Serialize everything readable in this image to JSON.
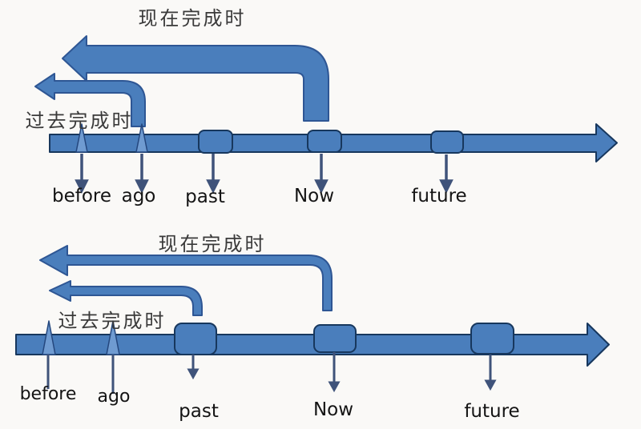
{
  "top_diagram": {
    "present_perfect_label": "现在完成时",
    "past_perfect_label": "过去完成时",
    "labels": [
      "before",
      "ago",
      "past",
      "Now",
      "future"
    ]
  },
  "bottom_diagram": {
    "present_perfect_label": "现在完成时",
    "past_perfect_label": "过去完成时",
    "labels": [
      "before",
      "ago",
      "past",
      "Now",
      "future"
    ]
  },
  "colors": {
    "arrow_fill": "#4a7ebc",
    "arrow_border": "#2e5694",
    "timeline_border": "#17375d",
    "spike_fill": "#6f9bd1",
    "pointer_navy": "#3f537a",
    "text": "#141414",
    "chinese_text": "#3a3a3a",
    "background": "#faf9f7"
  }
}
